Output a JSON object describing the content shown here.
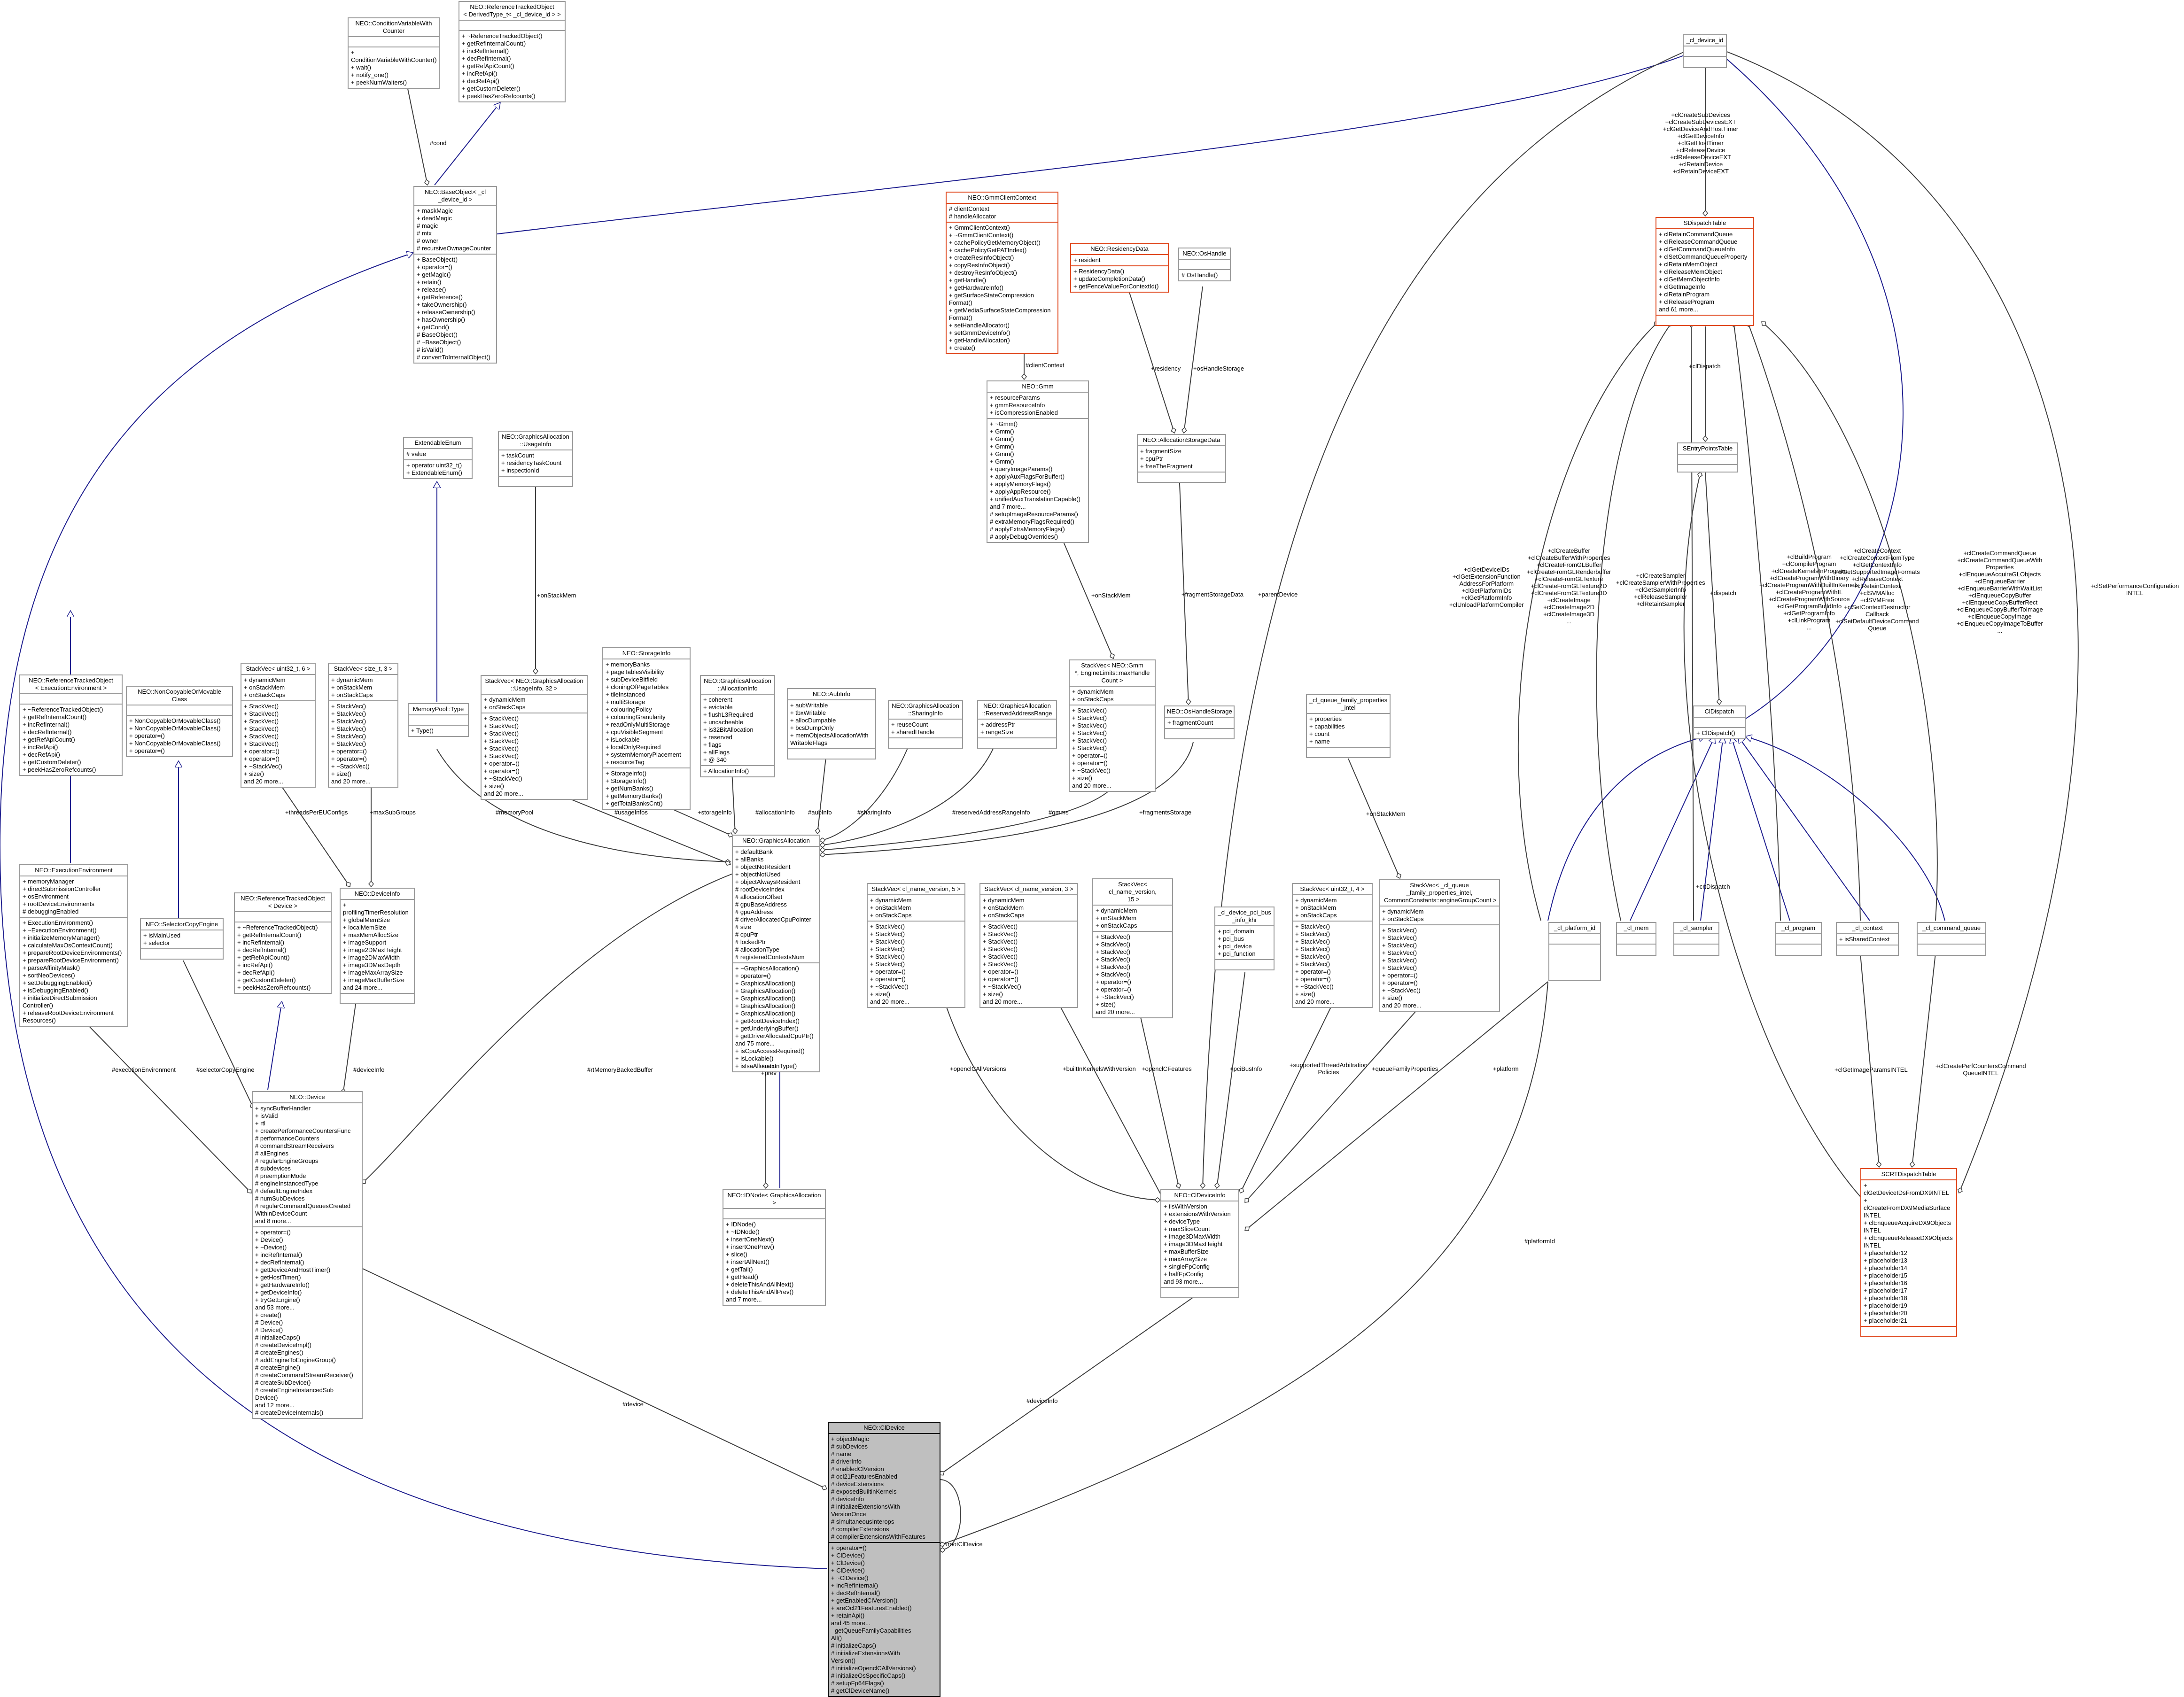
{
  "nodes": {
    "clDevice": {
      "title": "NEO::ClDevice",
      "attrs": "+ objectMagic\n# subDevices\n# name\n# driverInfo\n# enabledClVersion\n# ocl21FeaturesEnabled\n# deviceExtensions\n# exposedBuiltinKernels\n# deviceInfo\n# initializeExtensionsWith\nVersionOnce\n# simultaneousInterops\n# compilerExtensions\n# compilerExtensionsWithFeatures",
      "ops": "+ operator=()\n+ ClDevice()\n+ ClDevice()\n+ ClDevice()\n+ ~ClDevice()\n+ incRefInternal()\n+ decRefInternal()\n+ getEnabledClVersion()\n+ areOcl21FeaturesEnabled()\n+ retainApi()\nand 45 more...\n- getQueueFamilyCapabilities\nAll()\n# initializeCaps()\n# initializeExtensionsWith\nVersion()\n# initializeOpenclCAllVersions()\n# initializeOsSpecificCaps()\n# setupFp64Flags()\n# getClDeviceName()"
    },
    "device": {
      "title": "NEO::Device",
      "attrs": "+ syncBufferHandler\n+ isValid\n+ rtl\n+ createPerformanceCountersFunc\n# performanceCounters\n# commandStreamReceivers\n# allEngines\n# regularEngineGroups\n# subdevices\n# preemptionMode\n# engineInstancedType\n# defaultEngineIndex\n# numSubDevices\n# regularCommandQueuesCreated\nWithinDeviceCount\nand 8 more...",
      "ops": "+ operator=()\n+ Device()\n+ ~Device()\n+ incRefInternal()\n+ decRefInternal()\n+ getDeviceAndHostTimer()\n+ getHostTimer()\n+ getHardwareInfo()\n+ getDeviceInfo()\n+ tryGetEngine()\nand 53 more...\n+ create()\n# Device()\n# Device()\n# initializeCaps()\n# createDeviceImpl()\n# createEngines()\n# addEngineToEngineGroup()\n# createEngine()\n# createCommandStreamReceiver()\n# createSubDevice()\n# createEngineInstancedSub\nDevice()\nand 12 more...\n# createDeviceInternals()"
    },
    "execEnv": {
      "title": "NEO::ExecutionEnvironment",
      "attrs": "+ memoryManager\n+ directSubmissionController\n+ osEnvironment\n+ rootDeviceEnvironments\n# debuggingEnabled",
      "ops": "+ ExecutionEnvironment()\n+ ~ExecutionEnvironment()\n+ initializeMemoryManager()\n+ calculateMaxOsContextCount()\n+ prepareRootDeviceEnvironments()\n+ prepareRootDeviceEnvironment()\n+ parseAffinityMask()\n+ sortNeoDevices()\n+ setDebuggingEnabled()\n+ isDebuggingEnabled()\n+ initializeDirectSubmission\nController()\n+ releaseRootDeviceEnvironment\nResources()"
    },
    "refExecEnv": {
      "title": "NEO::ReferenceTrackedObject\n< ExecutionEnvironment >",
      "attrs": "",
      "ops": "+ ~ReferenceTrackedObject()\n+ getRefInternalCount()\n+ incRefInternal()\n+ decRefInternal()\n+ getRefApiCount()\n+ incRefApi()\n+ decRefApi()\n+ getCustomDeleter()\n+ peekHasZeroRefcounts()"
    },
    "nonCopy": {
      "title": "NEO::NonCopyableOrMovable\nClass",
      "attrs": "",
      "ops": "+ NonCopyableOrMovableClass()\n+ NonCopyableOrMovableClass()\n+ operator=()\n+ NonCopyableOrMovableClass()\n+ operator=()"
    },
    "selectorCopy": {
      "title": "NEO::SelectorCopyEngine",
      "attrs": "+ isMainUsed\n+ selector",
      "ops": ""
    },
    "refDevice": {
      "title": "NEO::ReferenceTrackedObject\n< Device >",
      "attrs": "",
      "ops": "+ ~ReferenceTrackedObject()\n+ getRefInternalCount()\n+ incRefInternal()\n+ decRefInternal()\n+ getRefApiCount()\n+ incRefApi()\n+ decRefApi()\n+ getCustomDeleter()\n+ peekHasZeroRefcounts()"
    },
    "deviceInfo": {
      "title": "NEO::DeviceInfo",
      "attrs": "+ profilingTimerResolution\n+ globalMemSize\n+ localMemSize\n+ maxMemAllocSize\n+ imageSupport\n+ image2DMaxHeight\n+ image2DMaxWidth\n+ image3DMaxDepth\n+ imageMaxArraySize\n+ imageMaxBufferSize\nand 24 more...",
      "ops": ""
    },
    "sv6": {
      "title": "StackVec< uint32_t, 6 >",
      "attrs": "+ dynamicMem\n+ onStackMem\n+ onStackCaps",
      "ops": "+ StackVec()\n+ StackVec()\n+ StackVec()\n+ StackVec()\n+ StackVec()\n+ StackVec()\n+ operator=()\n+ operator=()\n+ ~StackVec()\n+ size()\nand 20 more..."
    },
    "sv3": {
      "title": "StackVec< size_t, 3 >",
      "attrs": "+ dynamicMem\n+ onStackMem\n+ onStackCaps",
      "ops": "+ StackVec()\n+ StackVec()\n+ StackVec()\n+ StackVec()\n+ StackVec()\n+ StackVec()\n+ operator=()\n+ operator=()\n+ ~StackVec()\n+ size()\nand 20 more..."
    },
    "memPoolType": {
      "title": "MemoryPool::Type",
      "attrs": "",
      "ops": "+ Type()"
    },
    "extEnum": {
      "title": "ExtendableEnum",
      "attrs": "# value",
      "ops": "+ operator uint32_t()\n+ ExtendableEnum()"
    },
    "svUsage": {
      "title": "StackVec< NEO::GraphicsAllocation\n::UsageInfo, 32 >",
      "attrs": "+ dynamicMem\n+ onStackCaps",
      "ops": "+ StackVec()\n+ StackVec()\n+ StackVec()\n+ StackVec()\n+ StackVec()\n+ StackVec()\n+ operator=()\n+ operator=()\n+ ~StackVec()\n+ size()\nand 20 more..."
    },
    "usageInfo": {
      "title": "NEO::GraphicsAllocation\n::UsageInfo",
      "attrs": "+ taskCount\n+ residencyTaskCount\n+ inspectionId",
      "ops": ""
    },
    "storageInfo": {
      "title": "NEO::StorageInfo",
      "attrs": "+ memoryBanks\n+ pageTablesVisibility\n+ subDeviceBitfield\n+ cloningOfPageTables\n+ tileInstanced\n+ multiStorage\n+ colouringPolicy\n+ colouringGranularity\n+ readOnlyMultiStorage\n+ cpuVisibleSegment\n+ isLockable\n+ localOnlyRequired\n+ systemMemoryPlacement\n+ resourceTag",
      "ops": "+ StorageInfo()\n+ StorageInfo()\n+ getNumBanks()\n+ getMemoryBanks()\n+ getTotalBanksCnt()"
    },
    "allocInfo": {
      "title": "NEO::GraphicsAllocation\n::AllocationInfo",
      "attrs": "+ coherent\n+ evictable\n+ flushL3Required\n+ uncacheable\n+ is32BitAllocation\n+ reserved\n+ flags\n+ allFlags\n+ @ 340",
      "ops": "+ AllocationInfo()"
    },
    "aubInfo": {
      "title": "NEO::AubInfo",
      "attrs": "+ aubWritable\n+ tbxWritable\n+ allocDumpable\n+ bcsDumpOnly\n+ memObjectsAllocationWith\nWritableFlags",
      "ops": ""
    },
    "sharingInfo": {
      "title": "NEO::GraphicsAllocation\n::SharingInfo",
      "attrs": "+ reuseCount\n+ sharedHandle",
      "ops": ""
    },
    "reservedRange": {
      "title": "NEO::GraphicsAllocation\n::ReservedAddressRange",
      "attrs": "+ addressPtr\n+ rangeSize",
      "ops": ""
    },
    "svGmm": {
      "title": "StackVec< NEO::Gmm\n*, EngineLimits::maxHandle\nCount >",
      "attrs": "+ dynamicMem\n+ onStackCaps",
      "ops": "+ StackVec()\n+ StackVec()\n+ StackVec()\n+ StackVec()\n+ StackVec()\n+ StackVec()\n+ operator=()\n+ operator=()\n+ ~StackVec()\n+ size()\nand 20 more..."
    },
    "gmm": {
      "title": "NEO::Gmm",
      "attrs": "+ resourceParams\n+ gmmResourceInfo\n+ isCompressionEnabled",
      "ops": "+ ~Gmm()\n+ Gmm()\n+ Gmm()\n+ Gmm()\n+ Gmm()\n+ Gmm()\n+ queryImageParams()\n+ applyAuxFlagsForBuffer()\n+ applyMemoryFlags()\n+ applyAppResource()\n+ unifiedAuxTranslationCapable()\nand 7 more...\n# setupImageResourceParams()\n# extraMemoryFlagsRequired()\n# applyExtraMemoryFlags()\n# applyDebugOverrides()"
    },
    "gmmClientCtx": {
      "title": "NEO::GmmClientContext",
      "attrs": "# clientContext\n# handleAllocator",
      "ops": "+ GmmClientContext()\n+ ~GmmClientContext()\n+ cachePolicyGetMemoryObject()\n+ cachePolicyGetPATIndex()\n+ createResInfoObject()\n+ copyResInfoObject()\n+ destroyResInfoObject()\n+ getHandle()\n+ getHardwareInfo()\n+ getSurfaceStateCompression\nFormat()\n+ getMediaSurfaceStateCompression\nFormat()\n+ setHandleAllocator()\n+ setGmmDeviceInfo()\n+ getHandleAllocator()\n+ create()"
    },
    "residency": {
      "title": "NEO::ResidencyData",
      "attrs": "+ resident",
      "ops": "+ ResidencyData()\n+ updateCompletionData()\n+ getFenceValueForContextId()"
    },
    "osHandle": {
      "title": "NEO::OsHandle",
      "attrs": "",
      "ops": "# OsHandle()"
    },
    "allocStorage": {
      "title": "NEO::AllocationStorageData",
      "attrs": "+ fragmentSize\n+ cpuPtr\n+ freeTheFragment",
      "ops": ""
    },
    "osHandleStorage": {
      "title": "NEO::OsHandleStorage",
      "attrs": "+ fragmentCount",
      "ops": ""
    },
    "gfxAlloc": {
      "title": "NEO::GraphicsAllocation",
      "attrs": "+ defaultBank\n+ allBanks\n+ objectNotResident\n+ objectNotUsed\n+ objectAlwaysResident\n# rootDeviceIndex\n# allocationOffset\n# gpuBaseAddress\n# gpuAddress\n# driverAllocatedCpuPointer\n# size\n# cpuPtr\n# lockedPtr\n# allocationType\n# registeredContextsNum",
      "ops": "+ ~GraphicsAllocation()\n+ operator=()\n+ GraphicsAllocation()\n+ GraphicsAllocation()\n+ GraphicsAllocation()\n+ GraphicsAllocation()\n+ GraphicsAllocation()\n+ getRootDeviceIndex()\n+ getUnderlyingBuffer()\n+ getDriverAllocatedCpuPtr()\nand 75 more...\n+ isCpuAccessRequired()\n+ isLockable()\n+ isIsaAllocationType()"
    },
    "idNode": {
      "title": "NEO::IDNode< GraphicsAllocation >",
      "attrs": "",
      "ops": "+ IDNode()\n+ ~IDNode()\n+ insertOneNext()\n+ insertOnePrev()\n+ slice()\n+ insertAllNext()\n+ getTail()\n+ getHead()\n+ deleteThisAndAllNext()\n+ deleteThisAndAllPrev()\nand 7 more..."
    },
    "svClVer5": {
      "title": "StackVec< cl_name_version, 5 >",
      "attrs": "+ dynamicMem\n+ onStackMem\n+ onStackCaps",
      "ops": "+ StackVec()\n+ StackVec()\n+ StackVec()\n+ StackVec()\n+ StackVec()\n+ StackVec()\n+ operator=()\n+ operator=()\n+ ~StackVec()\n+ size()\nand 20 more..."
    },
    "svClVer3": {
      "title": "StackVec< cl_name_version, 3 >",
      "attrs": "+ dynamicMem\n+ onStackMem\n+ onStackCaps",
      "ops": "+ StackVec()\n+ StackVec()\n+ StackVec()\n+ StackVec()\n+ StackVec()\n+ StackVec()\n+ operator=()\n+ operator=()\n+ ~StackVec()\n+ size()\nand 20 more..."
    },
    "svClVer15": {
      "title": "StackVec< cl_name_version,\n 15 >",
      "attrs": "+ dynamicMem\n+ onStackMem\n+ onStackCaps",
      "ops": "+ StackVec()\n+ StackVec()\n+ StackVec()\n+ StackVec()\n+ StackVec()\n+ StackVec()\n+ operator=()\n+ operator=()\n+ ~StackVec()\n+ size()\nand 20 more..."
    },
    "pciBus": {
      "title": "_cl_device_pci_bus\n_info_khr",
      "attrs": "+ pci_domain\n+ pci_bus\n+ pci_device\n+ pci_function",
      "ops": ""
    },
    "sv4": {
      "title": "StackVec< uint32_t, 4 >",
      "attrs": "+ dynamicMem\n+ onStackMem\n+ onStackCaps",
      "ops": "+ StackVec()\n+ StackVec()\n+ StackVec()\n+ StackVec()\n+ StackVec()\n+ StackVec()\n+ operator=()\n+ operator=()\n+ ~StackVec()\n+ size()\nand 20 more..."
    },
    "svQueueFamily": {
      "title": "StackVec< _cl_queue\n_family_properties_intel,\n CommonConstants::engineGroupCount >",
      "attrs": "+ dynamicMem\n+ onStackCaps",
      "ops": "+ StackVec()\n+ StackVec()\n+ StackVec()\n+ StackVec()\n+ StackVec()\n+ StackVec()\n+ operator=()\n+ operator=()\n+ ~StackVec()\n+ size()\nand 20 more..."
    },
    "queueFamilyProps": {
      "title": "_cl_queue_family_properties\n_intel",
      "attrs": "+ properties\n+ capabilities\n+ count\n+ name",
      "ops": ""
    },
    "clDeviceInfo": {
      "title": "NEO::ClDeviceInfo",
      "attrs": "+ ilsWithVersion\n+ extensionsWithVersion\n+ deviceType\n+ maxSliceCount\n+ image3DMaxWidth\n+ image3DMaxHeight\n+ maxBufferSize\n+ maxArraySize\n+ singleFpConfig\n+ halfFpConfig\nand 93 more...",
      "ops": ""
    },
    "condVar": {
      "title": "NEO::ConditionVariableWith\nCounter",
      "attrs": "",
      "ops": "+ ConditionVariableWithCounter()\n+ wait()\n+ notify_one()\n+ peekNumWaiters()"
    },
    "refBase": {
      "title": "NEO::ReferenceTrackedObject\n< DerivedType_t< _cl_device_id > >",
      "attrs": "",
      "ops": "+ ~ReferenceTrackedObject()\n+ getRefInternalCount()\n+ incRefInternal()\n+ decRefInternal()\n+ getRefApiCount()\n+ incRefApi()\n+ decRefApi()\n+ getCustomDeleter()\n+ peekHasZeroRefcounts()"
    },
    "baseObject": {
      "title": "NEO::BaseObject< _cl\n_device_id >",
      "attrs": "+ maskMagic\n+ deadMagic\n# magic\n# mtx\n# owner\n# recursiveOwnageCounter",
      "ops": "+ BaseObject()\n+ operator=()\n+ getMagic()\n+ retain()\n+ release()\n+ getReference()\n+ takeOwnership()\n+ releaseOwnership()\n+ hasOwnership()\n+ getCond()\n# BaseObject()\n# ~BaseObject()\n# isValid()\n# convertToInternalObject()"
    },
    "clDeviceId": {
      "title": "_cl_device_id",
      "attrs": "",
      "ops": ""
    },
    "sDispatch": {
      "title": "SDispatchTable",
      "attrs": "+ clRetainCommandQueue\n+ clReleaseCommandQueue\n+ clGetCommandQueueInfo\n+ clSetCommandQueueProperty\n+ clRetainMemObject\n+ clReleaseMemObject\n+ clGetMemObjectInfo\n+ clGetImageInfo\n+ clRetainProgram\n+ clReleaseProgram\nand 61 more...",
      "ops": ""
    },
    "sEntry": {
      "title": "SEntryPointsTable",
      "attrs": "",
      "ops": ""
    },
    "clDispatch": {
      "title": "ClDispatch",
      "attrs": "",
      "ops": "+ ClDispatch()"
    },
    "clPlatform": {
      "title": "_cl_platform_id",
      "attrs": "",
      "ops": ""
    },
    "clMem": {
      "title": "_cl_mem",
      "attrs": "",
      "ops": ""
    },
    "clSampler": {
      "title": "_cl_sampler",
      "attrs": "",
      "ops": ""
    },
    "clProgram": {
      "title": "_cl_program",
      "attrs": "",
      "ops": ""
    },
    "clContext": {
      "title": "_cl_context",
      "attrs": "+ isSharedContext",
      "ops": ""
    },
    "clCmdQueue": {
      "title": "_cl_command_queue",
      "attrs": "",
      "ops": ""
    },
    "scrt": {
      "title": "SCRTDispatchTable",
      "attrs": "+ clGetDeviceIDsFromDX9INTEL\n+ clCreateFromDX9MediaSurface\nINTEL\n+ clEnqueueAcquireDX9Objects\nINTEL\n+ clEnqueueReleaseDX9Objects\nINTEL\n+ placeholder12\n+ placeholder13\n+ placeholder14\n+ placeholder15\n+ placeholder16\n+ placeholder17\n+ placeholder18\n+ placeholder19\n+ placeholder20\n+ placeholder21",
      "ops": ""
    }
  },
  "labels": {
    "rootClDevice": "#rootClDevice",
    "device": "#device",
    "deviceInfo": "#deviceInfo",
    "platformId": "#platformId",
    "executionEnvironment": "#executionEnvironment",
    "selectorCopyEngine": "#selectorCopyEngine",
    "deviceInfoLbl": "#deviceInfo",
    "rtMemoryBackedBuffer": "#rtMemoryBackedBuffer",
    "threadsPerEUConfigs": "+threadsPerEUConfigs",
    "maxSubGroups": "+maxSubGroups",
    "memoryPool": "#memoryPool",
    "usageInfos": "#usageInfos",
    "onStackMem1": "+onStackMem",
    "storageInfo": "+storageInfo",
    "allocationInfo": "#allocationInfo",
    "aubInfo": "#aubInfo",
    "sharingInfo": "#sharingInfo",
    "reservedAddressRangeInfo": "#reservedAddressRangeInfo",
    "gmms": "#gmms",
    "onStackMem2": "+onStackMem",
    "clientContext": "#clientContext",
    "residency": "+residency",
    "osHandleStorage": "+osHandleStorage",
    "fragmentStorageData": "+fragmentStorageData",
    "fragmentsStorage": "+fragmentsStorage",
    "nextPrev": "+next\n+prev",
    "parentDevice": "+parentDevice",
    "openclCAllVersions": "+openclCAllVersions",
    "builtInKernelsWithVersion": "+builtInKernelsWithVersion",
    "openclCFeatures": "+openclCFeatures",
    "pciBusInfo": "+pciBusInfo",
    "supportedThreadArbitration": "+supportedThreadArbitration\nPolicies",
    "queueFamilyProperties": "+queueFamilyProperties",
    "onStackMem3": "+onStackMem",
    "platform": "+platform",
    "cond": "#cond",
    "sdispatchFuncs": "+clCreateSubDevices\n+clCreateSubDevicesEXT\n+clGetDeviceAndHostTimer\n+clGetDeviceInfo\n+clGetHostTimer\n+clReleaseDevice\n+clReleaseDeviceEXT\n+clRetainDevice\n+clRetainDeviceEXT",
    "clDispatchLbl": "+clDispatch",
    "dispatch": "+dispatch",
    "crtDispatch": "+crtDispatch",
    "platformFuncs": "+clGetDeviceIDs\n+clGetExtensionFunction\nAddressForPlatform\n+clGetPlatformIDs\n+clGetPlatformInfo\n+clUnloadPlatformCompiler",
    "memFuncs": "+clCreateBuffer\n+clCreateBufferWithProperties\n+clCreateFromGLBuffer\n+clCreateFromGLRenderbuffer\n+clCreateFromGLTexture\n+clCreateFromGLTexture2D\n+clCreateFromGLTexture3D\n+clCreateImage\n+clCreateImage2D\n+clCreateImage3D\n...",
    "samplerFuncs": "+clCreateSampler\n+clCreateSamplerWithProperties\n+clGetSamplerInfo\n+clReleaseSampler\n+clRetainSampler",
    "programFuncs": "+clBuildProgram\n+clCompileProgram\n+clCreateKernelsInProgram\n+clCreateProgramWithBinary\n+clCreateProgramWithBuiltInKernels\n+clCreateProgramWithIL\n+clCreateProgramWithSource\n+clGetProgramBuildInfo\n+clGetProgramInfo\n+clLinkProgram\n...",
    "contextFuncs": "+clCreateContext\n+clCreateContextFromType\n+clGetContextInfo\n+clGetSupportedImageFormats\n+clReleaseContext\n+clRetainContext\n+clSVMAlloc\n+clSVMFree\n+clSetContextDestructor\nCallback\n+clSetDefaultDeviceCommand\nQueue",
    "queueFuncs": "+clCreateCommandQueue\n+clCreateCommandQueueWith\nProperties\n+clEnqueueAcquireGLObjects\n+clEnqueueBarrier\n+clEnqueueBarrierWithWaitList\n+clEnqueueCopyBuffer\n+clEnqueueCopyBufferRect\n+clEnqueueCopyBufferToImage\n+clEnqueueCopyImage\n+clEnqueueCopyImageToBuffer\n...",
    "perfConfig": "+clSetPerformanceConfiguration\nINTEL",
    "getImageParams": "+clGetImageParamsINTEL",
    "perfCounters": "+clCreatePerfCountersCommand\nQueueINTEL"
  },
  "colors": {
    "highlight": "#bfbfbf",
    "inherit": "#1f1f8f",
    "usage": "#404040",
    "redBorder": "#e0491f",
    "nodeBorder": "#9a9a9a"
  }
}
